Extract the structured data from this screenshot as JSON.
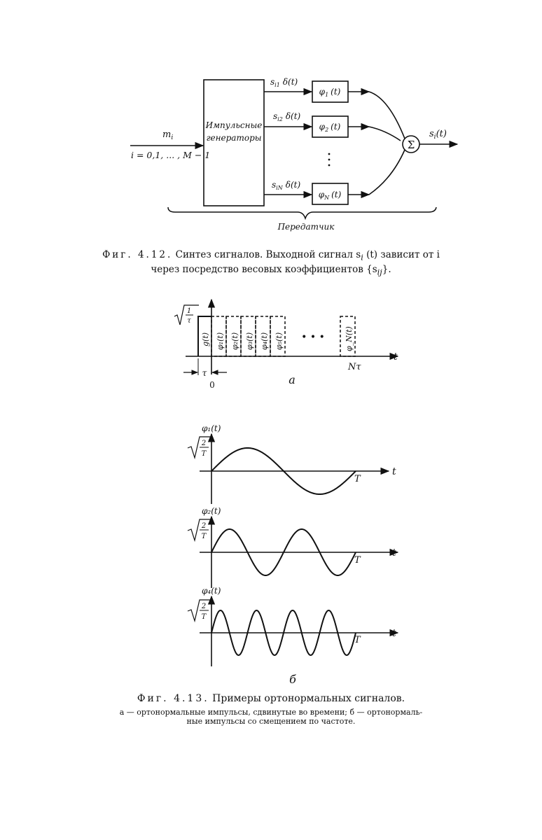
{
  "fig412": {
    "inputs": {
      "m": "m",
      "m_sub": "i",
      "range": "i = 0,1, ... , M − 1"
    },
    "generator": {
      "line1": "Импульсные",
      "line2": "генераторы"
    },
    "branches": [
      {
        "coef": "s",
        "coef_sub": "i1",
        "delta": "δ(t)",
        "filter": "φ",
        "filter_sub": "1",
        "filter_arg": "(t)"
      },
      {
        "coef": "s",
        "coef_sub": "i2",
        "delta": "δ(t)",
        "filter": "φ",
        "filter_sub": "2",
        "filter_arg": "(t)"
      },
      {
        "coef": "s",
        "coef_sub": "iN",
        "delta": "δ(t)",
        "filter": "φ",
        "filter_sub": "N",
        "filter_arg": "(t)"
      }
    ],
    "sum_symbol": "Σ",
    "output": "s",
    "output_sub": "i",
    "output_arg": "(t)",
    "brace_label": "Передатчик",
    "caption": {
      "label": "Фиг. 4.12.",
      "line1": "Синтез сигналов. Выходной сигнал s",
      "line1_sub": "i",
      "line1_rest": " (t) зависит от i",
      "line2": "через посредство весовых коэффициентов {s",
      "line2_sub": "ij",
      "line2_rest": "}."
    }
  },
  "fig413a": {
    "amplitude": "√(1/τ)",
    "amp_num": "1",
    "amp_den": "τ",
    "pulses": [
      "g(t)",
      "φ₁(t)",
      "φ₂(t)",
      "φ₃(t)",
      "φ₄(t)",
      "φ₅(t)",
      "φ_N(t)"
    ],
    "dots": "• • •",
    "tau": "τ",
    "zero": "0",
    "ntau": "Nτ",
    "t_axis": "t",
    "panel_label": "а"
  },
  "fig413b": {
    "amp_num": "2",
    "amp_den": "T",
    "t_axis": "t",
    "period": "T",
    "plots": [
      {
        "ylabel": "φ₁(t)",
        "cycles": 1
      },
      {
        "ylabel": "φ₂(t)",
        "cycles": 2
      },
      {
        "ylabel": "φ₄(t)",
        "cycles": 4
      }
    ],
    "panel_label": "б"
  },
  "caption413": {
    "label": "Фиг. 4.13.",
    "title": "Примеры ортонормальных сигналов.",
    "line2": "а — ортонормальные импульсы, сдвинутые во времени; б — ортонормаль-",
    "line3": "ные импульсы со смещением по частоте."
  }
}
